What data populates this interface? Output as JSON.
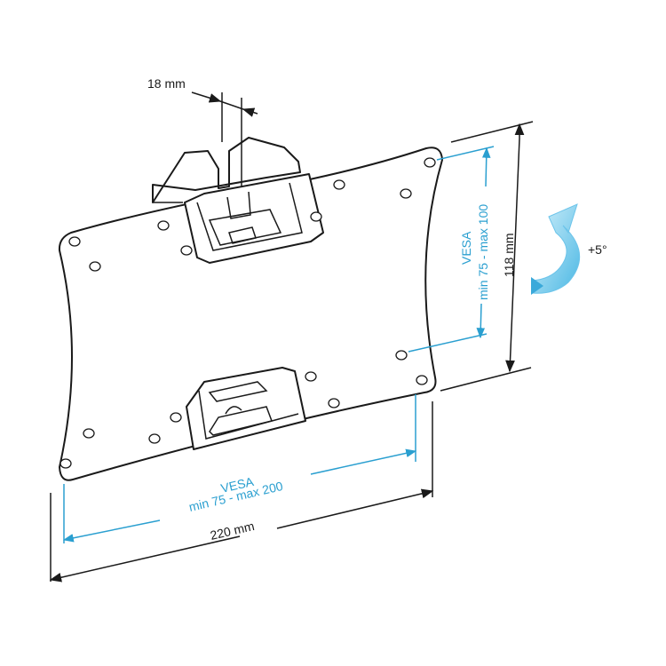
{
  "dimensions": {
    "depth": "18 mm",
    "height": "118 mm",
    "width": "220 mm"
  },
  "vesa_vertical": {
    "title": "VESA",
    "range": "min 75 - max 100"
  },
  "vesa_horizontal": {
    "title": "VESA",
    "range": "min 75 - max 200"
  },
  "tilt": "+5°",
  "colors": {
    "outline": "#1a1a1a",
    "accent": "#2a9fd0",
    "tilt_arrow": "#8fd4f2"
  }
}
